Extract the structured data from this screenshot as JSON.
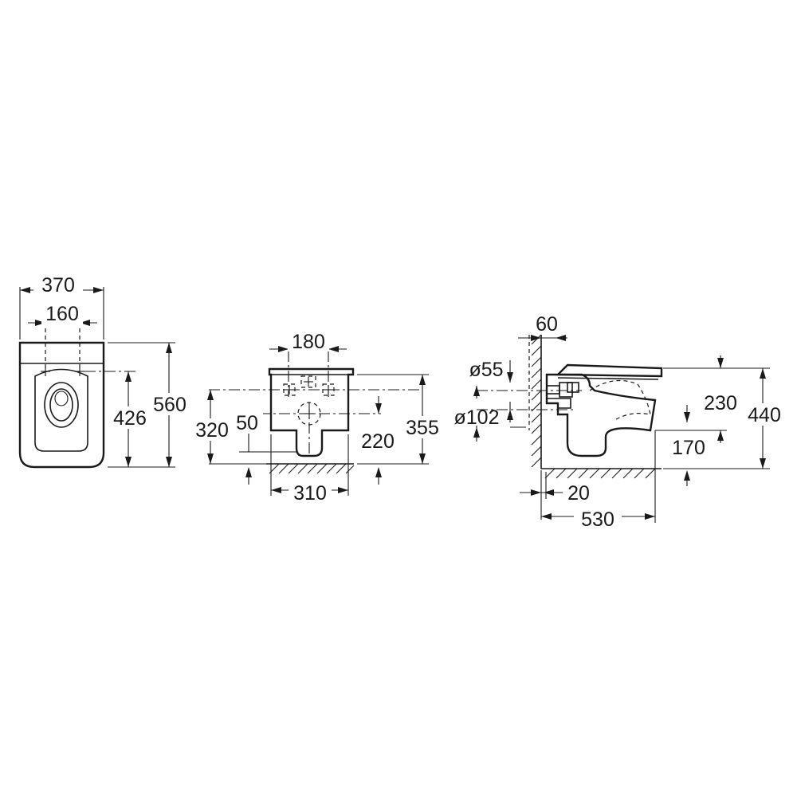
{
  "front_view": {
    "width_overall": "370",
    "fixing_spacing": "160",
    "depth_overall": "560",
    "fixing_depth": "426"
  },
  "rear_view": {
    "fixing_spacing": "180",
    "fixing_height": "320",
    "outlet_offset": "50",
    "outlet_height": "220",
    "top_height": "355",
    "base_width": "310"
  },
  "side_view": {
    "wall_offset_top": "60",
    "inlet_diameter": "ø55",
    "outlet_diameter": "ø102",
    "rim_to_outlet": "230",
    "overall_height": "440",
    "outlet_center_height": "170",
    "wall_gap": "20",
    "projection": "530"
  }
}
